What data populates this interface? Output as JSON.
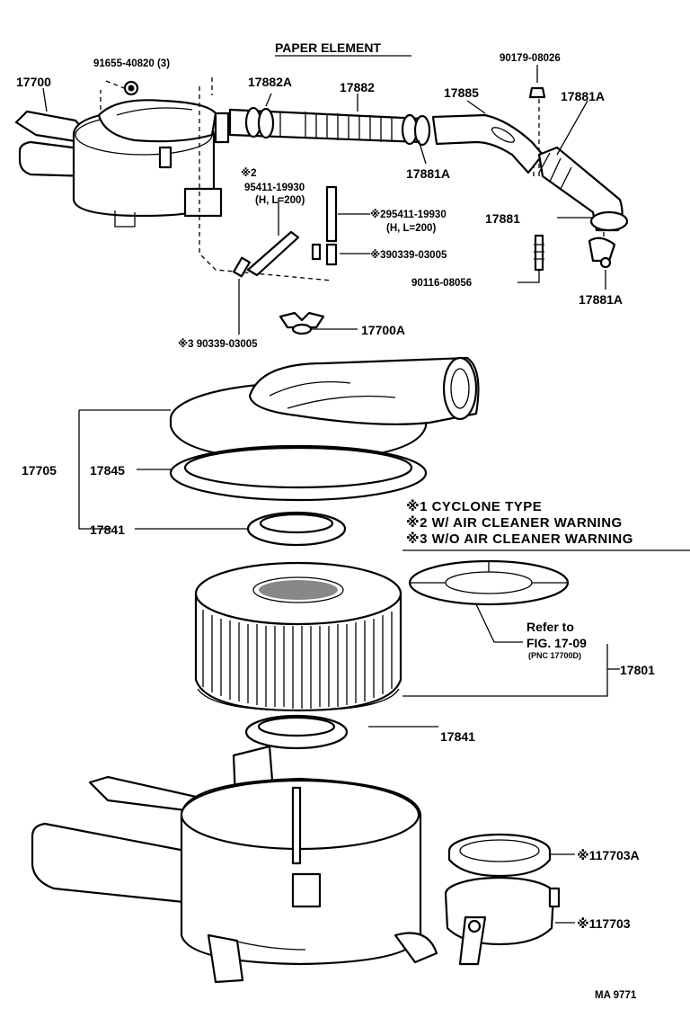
{
  "title": "PAPER ELEMENT",
  "labels": {
    "p17700": "17700",
    "p91655": "91655-40820 (3)",
    "p17882A": "17882A",
    "p17882": "17882",
    "p17885": "17885",
    "p90179": "90179-08026",
    "p17881A_top": "17881A",
    "p17881A_mid": "17881A",
    "p17881": "17881",
    "p90116": "90116-08056",
    "p17881A_bot": "17881A",
    "hose_left_mark": "※2",
    "hose_left_pn": "95411-19930",
    "hose_left_spec": "(H, L=200)",
    "hose_right_pn": "※295411-19930",
    "hose_right_spec": "(H, L=200)",
    "plug_right": "※390339-03005",
    "plug_left": "※3 90339-03005",
    "p17700A": "17700A",
    "p17705": "17705",
    "p17845": "17845",
    "p17841_top": "17841",
    "legend_1": "※1 CYCLONE TYPE",
    "legend_2": "※2 W/ AIR CLEANER WARNING",
    "legend_3": "※3 W/O AIR CLEANER WARNING",
    "refer_to": "Refer to",
    "refer_fig": "FIG. 17-09",
    "refer_pnc": "(PNC 17700D)",
    "p17801": "17801",
    "p17841_bot": "17841",
    "p17703A": "※117703A",
    "p17703": "※117703",
    "code": "MA 9771"
  }
}
